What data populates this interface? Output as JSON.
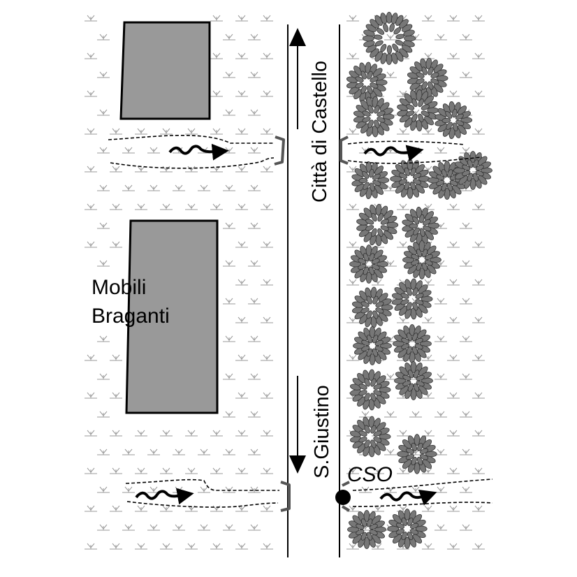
{
  "labels": {
    "building": [
      "Mobili",
      "Braganti"
    ],
    "north_direction": "Città di Castello",
    "south_direction": "S.Giustino",
    "outfall": "CSO"
  },
  "colors": {
    "building_fill": "#999999",
    "tree_fill": "#777777",
    "ink": "#000000",
    "culvert": "#555555",
    "grass": "#9a9a9a"
  },
  "icons": {
    "vegetation": "grass-tuft-icon",
    "trees": "tree-canopy-icon",
    "water_flow": "squiggle-arrow-icon",
    "outfall": "filled-circle-icon"
  }
}
